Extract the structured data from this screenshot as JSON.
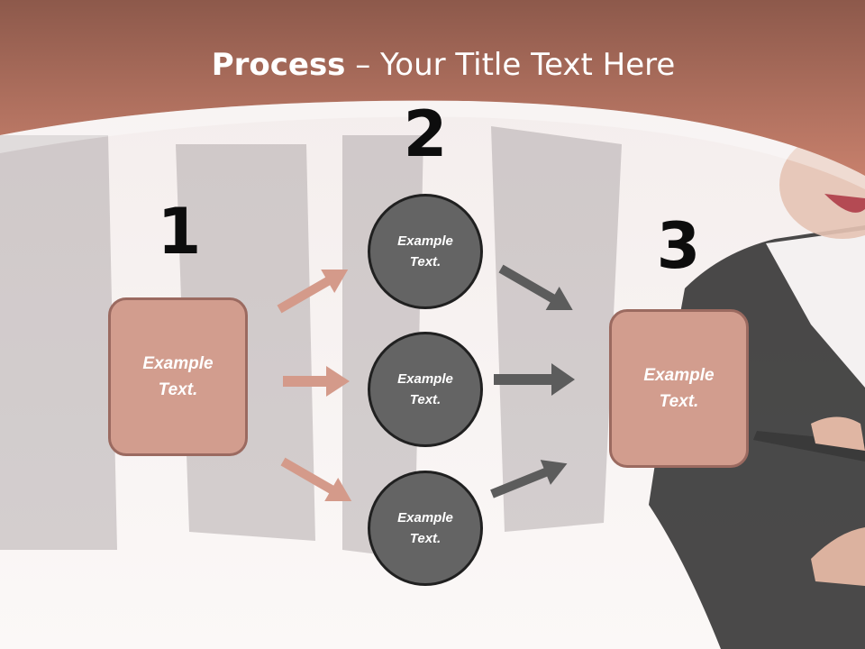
{
  "slide": {
    "title_bold": "Process",
    "title_rest": " – Your Title Text Here"
  },
  "steps": [
    {
      "number": "1",
      "text": "Example Text."
    },
    {
      "number": "2",
      "text": "Example Text."
    },
    {
      "number": "3",
      "text": "Example Text."
    }
  ],
  "middle_nodes": [
    {
      "text": "Example Text."
    },
    {
      "text": "Example Text."
    },
    {
      "text": "Example Text."
    }
  ],
  "colors": {
    "header": "#b87562",
    "box_fill": "#d29d8e",
    "box_border": "#9b6a60",
    "circle_fill": "#646464",
    "arrow_left": "#d49a8a",
    "arrow_right": "#5c5c5c"
  }
}
